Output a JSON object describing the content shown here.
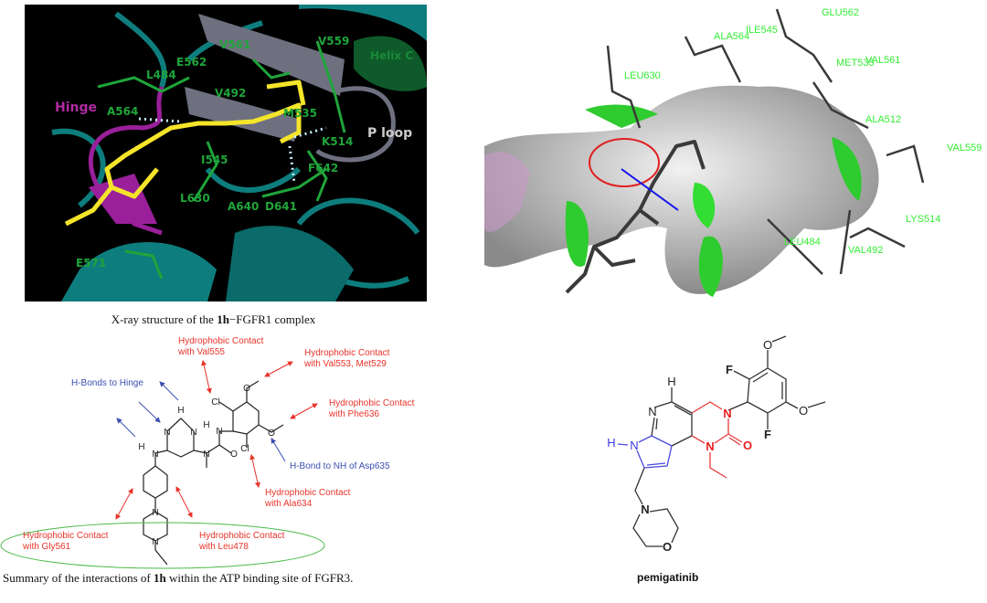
{
  "panel_xray": {
    "labels": {
      "v561": "V561",
      "v559": "V559",
      "helix_c": "Helix C",
      "e562": "E562",
      "l484": "L484",
      "v492": "V492",
      "hinge": "Hinge",
      "a564": "A564",
      "m535": "M535",
      "k514": "K514",
      "p_loop": "P loop",
      "i545": "I545",
      "f642": "F642",
      "l630": "L630",
      "a640": "A640",
      "d641": "D641",
      "e571": "E571"
    },
    "caption_pre": "X-ray structure of the ",
    "caption_bold": "1h",
    "caption_post": "−FGFR1 complex"
  },
  "panel_docking": {
    "labels": {
      "glu562": "GLU562",
      "ala564": "ALA564",
      "ile545": "ILE545",
      "val561": "VAL561",
      "met535": "MET535",
      "leu630": "LEU630",
      "ala512": "ALA512",
      "val559": "VAL559",
      "lys514": "LYS514",
      "leu484": "LEU484",
      "val492": "VAL492"
    }
  },
  "panel_interactions": {
    "annotations": {
      "val555": [
        "Hydrophobic Contact",
        "with Val555"
      ],
      "val553": [
        "Hydrophobic Contact",
        "with Val553, Met529"
      ],
      "hinge": "H-Bonds to Hinge",
      "phe636": [
        "Hydrophobic Contact",
        "with Phe636"
      ],
      "asp635": "H-Bond to NH of Asp635",
      "ala634": [
        "Hydrophobic Contact",
        "with Ala634"
      ],
      "gly561": [
        "Hydrophobic Contact",
        "with Gly561"
      ],
      "leu478": [
        "Hydrophobic Contact",
        "with Leu478"
      ]
    },
    "caption_pre": "Summary of the interactions of ",
    "caption_bold": "1h",
    "caption_post": " within the ATP binding site of FGFR3."
  },
  "panel_pemigatinib": {
    "name": "pemigatinib"
  },
  "colors": {
    "residue_label": "#1fa53a",
    "ligand": "#f5e52a",
    "protein": "#0e7d7d",
    "hinge": "#9a1f9a",
    "hydrophobic": "#e8332a",
    "hbond": "#3b4fb0",
    "docking_label": "#33ee33"
  }
}
